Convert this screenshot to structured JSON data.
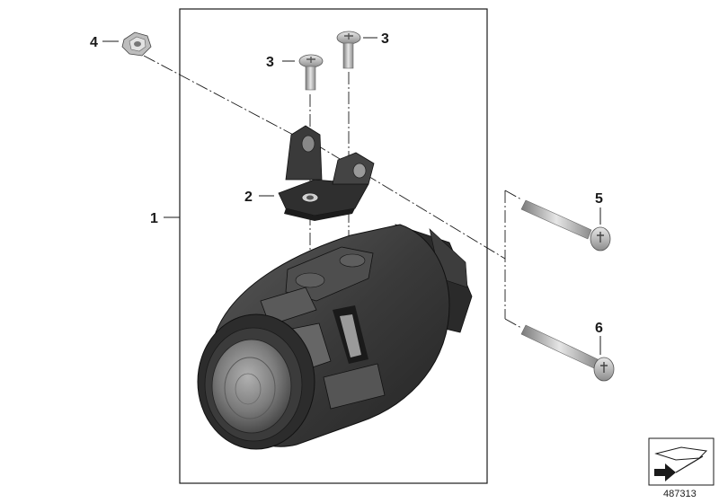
{
  "callouts": {
    "c1": "1",
    "c2": "2",
    "c3a": "3",
    "c3b": "3",
    "c4": "4",
    "c5": "5",
    "c6": "6"
  },
  "diagram_ref": "487313",
  "colors": {
    "housing_dark": "#2e2e2e",
    "housing_mid": "#4a4a4a",
    "housing_light": "#6e6e6e",
    "metal_light": "#d8d8d8",
    "metal_mid": "#9a9a9a",
    "lens": "#8a8a8a"
  },
  "icons": {
    "corner_icon": "bike-arrow-icon"
  }
}
